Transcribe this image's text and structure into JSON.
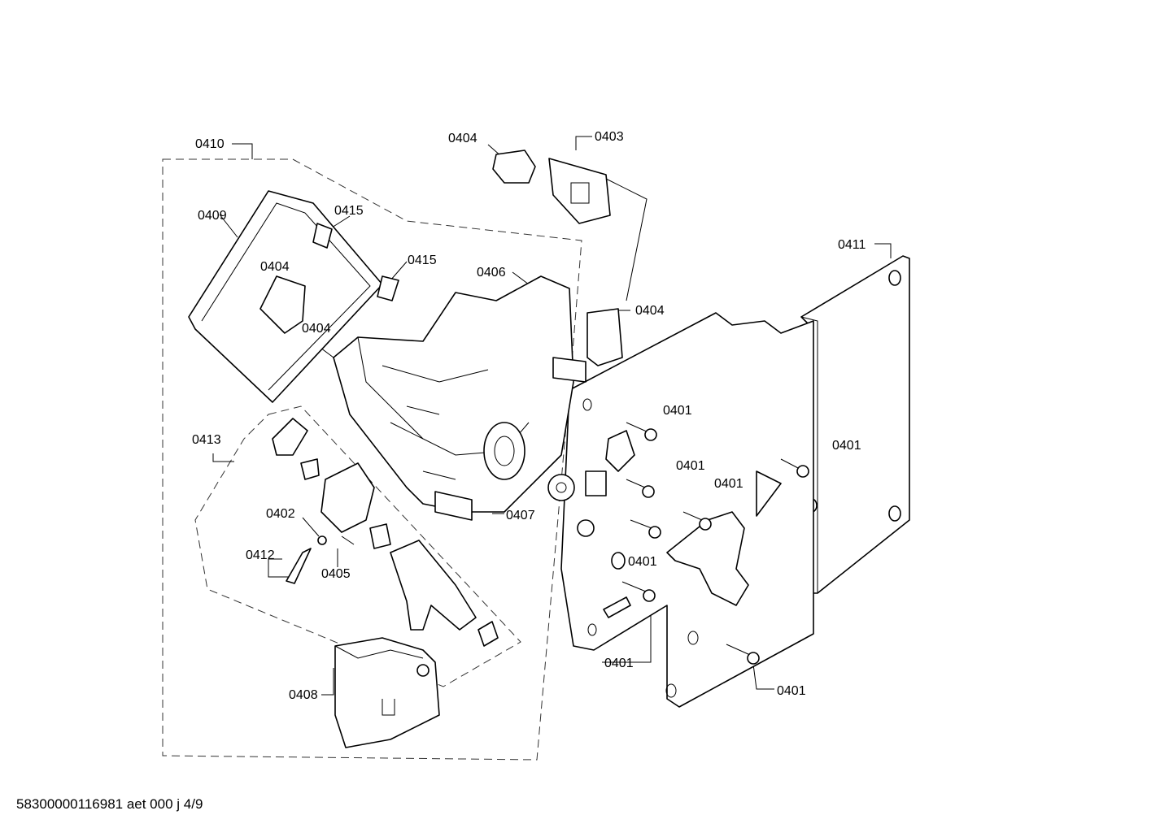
{
  "labels": {
    "l0410": "0410",
    "l0409": "0409",
    "l0415a": "0415",
    "l0415b": "0415",
    "l0404a": "0404",
    "l0404b": "0404",
    "l0404c": "0404",
    "l0404d": "0404",
    "l0403": "0403",
    "l0406": "0406",
    "l0411": "0411",
    "l0401a": "0401",
    "l0401b": "0401",
    "l0401c": "0401",
    "l0401d": "0401",
    "l0401e": "0401",
    "l0401f": "0401",
    "l0401g": "0401",
    "l0413": "0413",
    "l0402": "0402",
    "l0412": "0412",
    "l0405": "0405",
    "l0407": "0407",
    "l0408": "0408"
  },
  "footer": "58300000116981 aet 000 j 4/9"
}
